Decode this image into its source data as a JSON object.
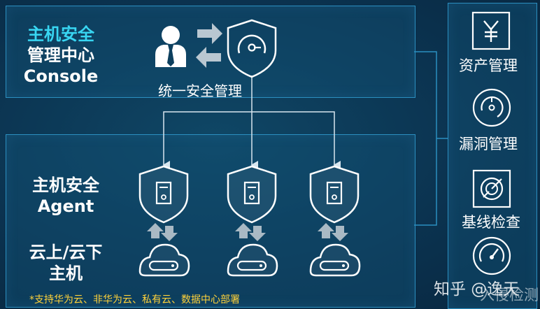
{
  "console": {
    "title_line1": "主机安全",
    "title_line2": "管理中心",
    "title_line3": "Console",
    "unified_label": "统一安全管理"
  },
  "agent": {
    "title_line1": "主机安全",
    "title_line2": "Agent"
  },
  "host": {
    "title_line1": "云上/云下",
    "title_line2": "主机"
  },
  "footnote": "*支持华为云、非华为云、私有云、数据中心部署",
  "sidebar": {
    "items": [
      {
        "label": "资产管理",
        "icon": "yen-icon"
      },
      {
        "label": "漏洞管理",
        "icon": "vulnerability-icon"
      },
      {
        "label": "基线检查",
        "icon": "radar-icon"
      },
      {
        "label": "入侵检测",
        "icon": "gauge-icon"
      }
    ]
  },
  "watermark": "知乎 @逸天",
  "colors": {
    "accent": "#38d6f2",
    "panel_border": "#2b8fc0",
    "footnote": "#ffd23a",
    "line": "#d8e6ef"
  }
}
